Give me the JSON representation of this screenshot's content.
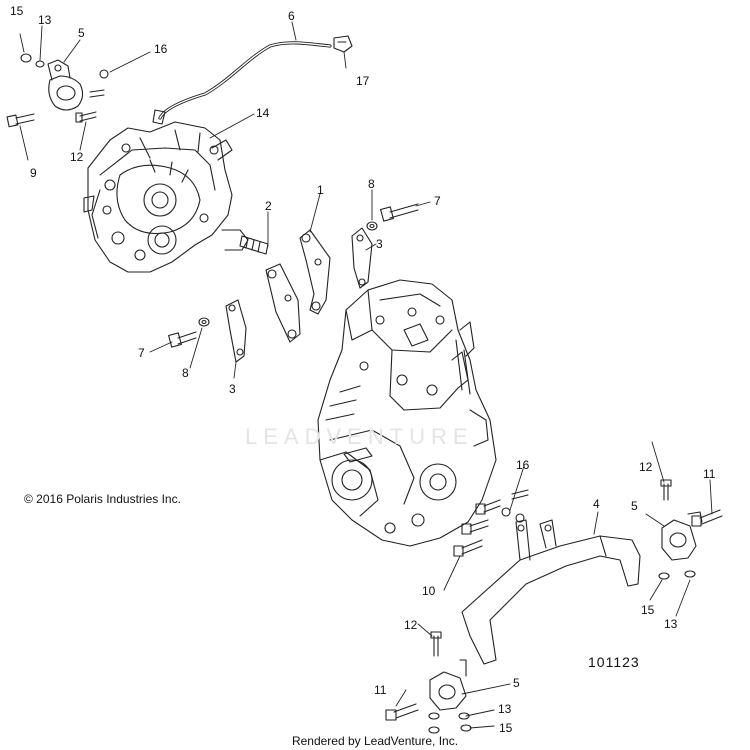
{
  "callouts": {
    "c1": "1",
    "c2": "2",
    "c3a": "3",
    "c3b": "3",
    "c4": "4",
    "c5a": "5",
    "c5b": "5",
    "c5c": "5",
    "c6": "6",
    "c7a": "7",
    "c7b": "7",
    "c8a": "8",
    "c8b": "8",
    "c9": "9",
    "c10": "10",
    "c11a": "11",
    "c11b": "11",
    "c12a": "12",
    "c12b": "12",
    "c12c": "12",
    "c13a": "13",
    "c13b": "13",
    "c13c": "13",
    "c14": "14",
    "c15a": "15",
    "c15b": "15",
    "c15c": "15",
    "c16a": "16",
    "c16b": "16",
    "c17": "17"
  },
  "copyright": "© 2016 Polaris Industries Inc.",
  "drawing_number": "101123",
  "footer": "Rendered by LeadVenture, Inc.",
  "watermark": "LEADVENTURE"
}
